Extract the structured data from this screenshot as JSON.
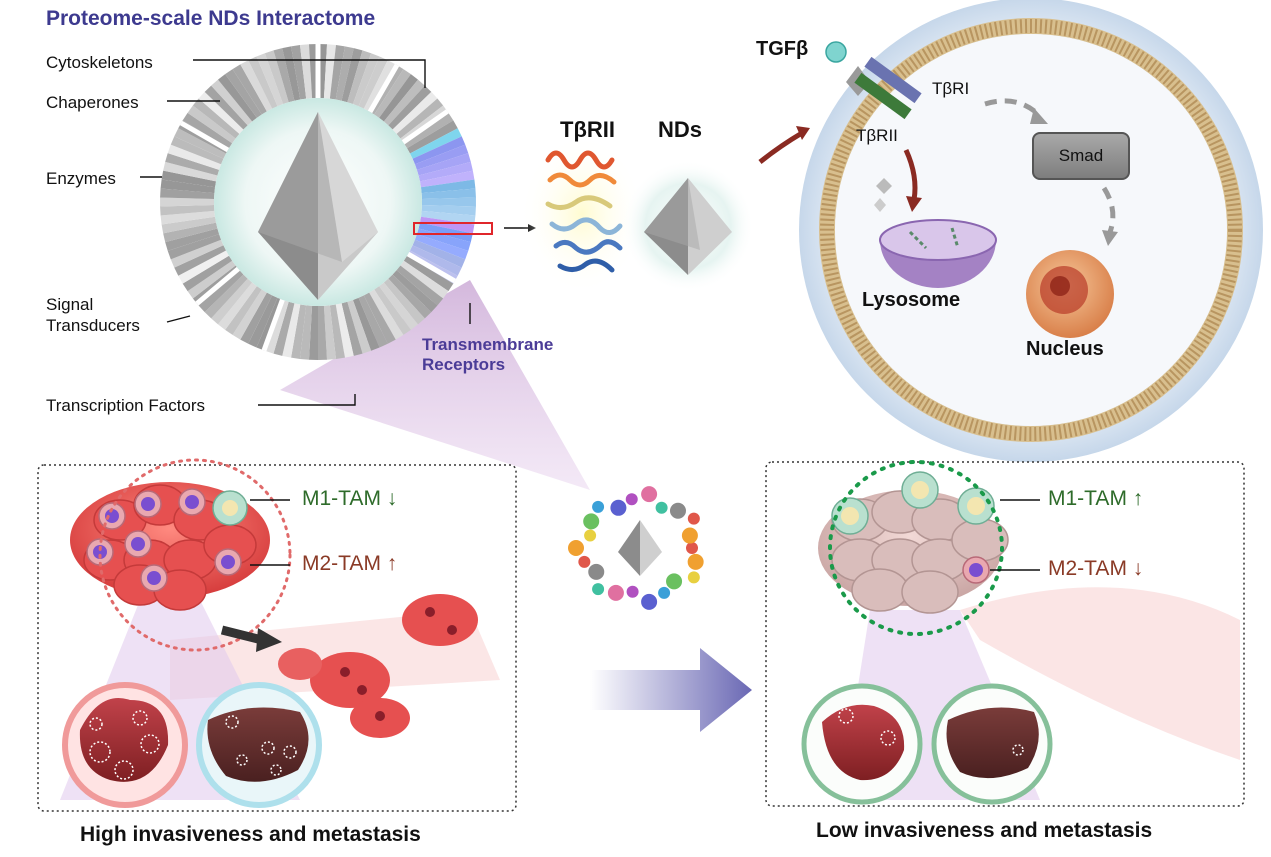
{
  "title": "Proteome-scale NDs Interactome",
  "ring_labels": {
    "cytoskeletons": "Cytoskeletons",
    "chaperones": "Chaperones",
    "enzymes": "Enzymes",
    "signal": "Signal",
    "transducers": "Transducers",
    "transcription_factors": "Transcription Factors",
    "transmembrane": "Transmembrane",
    "receptors": "Receptors"
  },
  "complex": {
    "receptor": "TβRII",
    "nds": "NDs"
  },
  "cell": {
    "ligand": "TGFβ",
    "receptor1": "TβRI",
    "receptor2": "TβRII",
    "smad": "Smad",
    "lysosome": "Lysosome",
    "nucleus": "Nucleus"
  },
  "left_panel": {
    "m1": "M1-TAM",
    "m1_arrow": "↓",
    "m2": "M2-TAM",
    "m2_arrow": "↑"
  },
  "right_panel": {
    "m1": "M1-TAM",
    "m1_arrow": "↑",
    "m2": "M2-TAM",
    "m2_arrow": "↓"
  },
  "captions": {
    "left": "High invasiveness and metastasis",
    "right": "Low invasiveness and metastasis"
  },
  "colors": {
    "title": "#3d3a8f",
    "m1": "#2e6b2a",
    "m2": "#8a3a26",
    "tumor_red": "#e04a4a",
    "teal_macrophage": "#a8d8c4",
    "dotted_green": "#1a9a4a",
    "dotted_red": "#e06a6a"
  },
  "icons": [
    "octahedron-nanodiamond-icon",
    "protein-structure-icon",
    "tgfb-ligand-icon",
    "lysosome-icon",
    "nucleus-icon",
    "liver-organ-icon",
    "macrophage-cell-icon"
  ]
}
